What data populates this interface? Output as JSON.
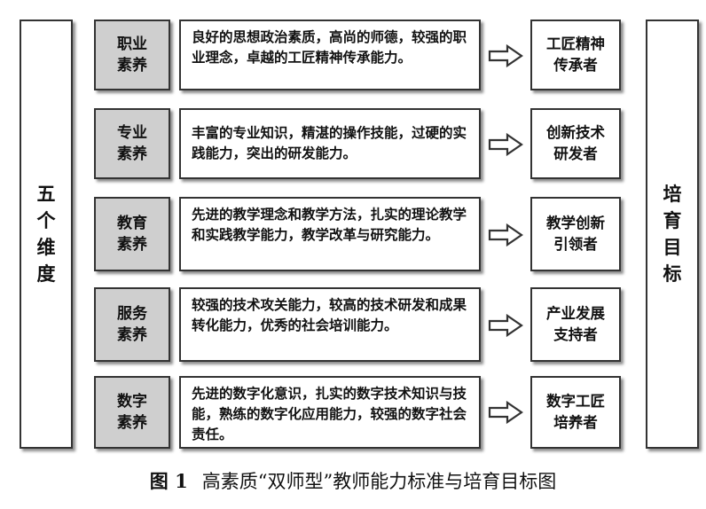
{
  "left_label": "五个维度",
  "right_label": "培育目标",
  "rows": [
    {
      "category": "职业素养",
      "description": "良好的思想政治素质，高尚的师德，较强的职业理念，卓越的工匠精神传承能力。",
      "result": "工匠精神传承者"
    },
    {
      "category": "专业素养",
      "description": "丰富的专业知识，精湛的操作技能，过硬的实践能力，突出的研发能力。",
      "result": "创新技术研发者"
    },
    {
      "category": "教育素养",
      "description": "先进的教学理念和教学方法，扎实的理论教学和实践教学能力，教学改革与研究能力。",
      "result": "教学创新引领者"
    },
    {
      "category": "服务素养",
      "description": "较强的技术攻关能力，较高的技术研发和成果转化能力，优秀的社会培训能力。",
      "result": "产业发展支持者"
    },
    {
      "category": "数字素养",
      "description": "先进的数字化意识，扎实的数字技术知识与技能，熟练的数字化应用能力，较强的数字社会责任。",
      "result": "数字工匠培养者"
    }
  ],
  "caption": {
    "figure_label": "图 1",
    "title": "高素质“双师型”教师能力标准与培育目标图"
  }
}
